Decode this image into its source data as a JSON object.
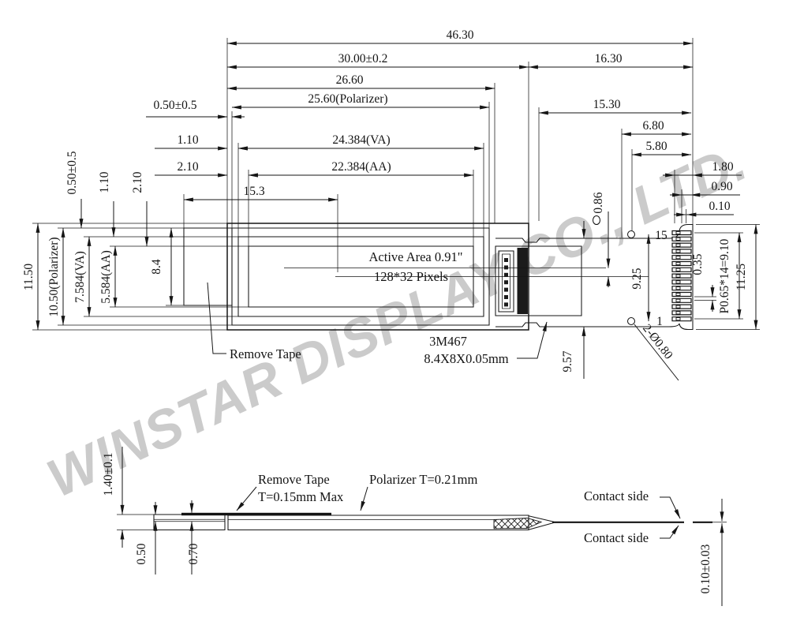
{
  "watermark": "WINSTAR DISPLAY CO., LTD.",
  "top_view": {
    "width_total": "46.30",
    "width_glass": "30.00±0.2",
    "width_fpc": "16.30",
    "width_26": "26.60",
    "width_polarizer": "25.60(Polarizer)",
    "offset_polarizer_h": "0.50±0.5",
    "width_va": "24.384(VA)",
    "offset_va_h": "1.10",
    "width_aa": "22.384(AA)",
    "offset_aa_h": "2.10",
    "width_tape": "15.3",
    "fpc_15_30": "15.30",
    "fpc_6_80": "6.80",
    "fpc_5_80": "5.80",
    "fpc_1_80": "1.80",
    "fpc_0_90": "0.90",
    "fpc_0_10": "0.10",
    "height_total": "11.50",
    "height_polarizer": "10.50(Polarizer)",
    "height_va": "7.584(VA)",
    "height_aa": "5.584(AA)",
    "height_tape": "8.4",
    "offset_polarizer_v": "0.50±0.5",
    "offset_va_v": "1.10",
    "offset_aa_v": "2.10",
    "center_offset": "0.86",
    "fpc_height": "9.57",
    "pin_span": "9.25",
    "pin_width": "0.35",
    "pin_pitch": "P0.65*14=9.10",
    "fpc_end_height": "11.25",
    "pin_last": "15",
    "pin_first": "1",
    "active_area": "Active Area 0.91\"",
    "resolution": "128*32 Pixels",
    "remove_tape": "Remove Tape",
    "tape_code": "3M467",
    "tape_size": "8.4X8X0.05mm",
    "holes": "2-Ø0.80"
  },
  "side_view": {
    "thickness_total": "1.40±0.1",
    "thickness_0_50": "0.50",
    "thickness_0_70": "0.70",
    "fpc_thickness": "0.10±0.03",
    "remove_tape_line1": "Remove Tape",
    "remove_tape_line2": "T=0.15mm Max",
    "polarizer": "Polarizer T=0.21mm",
    "contact_side_top": "Contact side",
    "contact_side_bottom": "Contact side"
  }
}
